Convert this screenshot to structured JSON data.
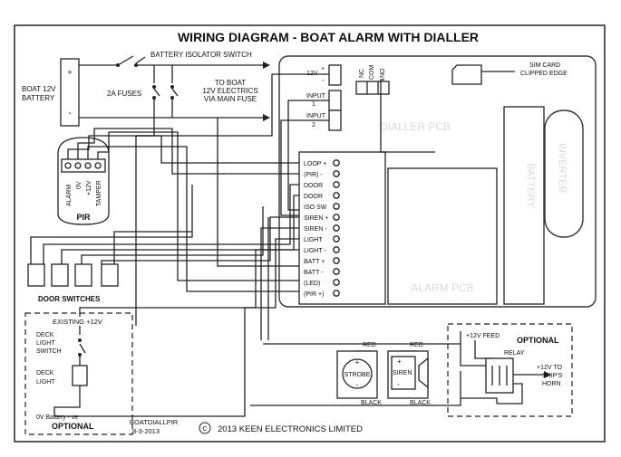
{
  "title": "WIRING DIAGRAM - BOAT ALARM WITH DIALLER",
  "battery": {
    "line1": "BOAT 12V",
    "line2": "BATTERY",
    "plus": "+",
    "minus": "-"
  },
  "isolator_label": "BATTERY ISOLATOR SWITCH",
  "fuses_label": "2A FUSES",
  "to_boat": [
    "TO BOAT",
    "12V ELECTRICS",
    "VIA MAIN FUSE"
  ],
  "pir": {
    "title": "PIR",
    "terminals": [
      "ALARM",
      "0V",
      "+12V",
      "TAMPER"
    ]
  },
  "dialler": {
    "ghost_label": "DIALLER PCB",
    "v12": "12V",
    "v12_plus": "+",
    "v12_minus": "-",
    "nc": "NC",
    "com": "COM",
    "no": "NO",
    "input1": [
      "INPUT",
      "1"
    ],
    "input2": [
      "INPUT",
      "2"
    ],
    "sim": [
      "SIM CARD",
      "CLIPPED EDGE"
    ],
    "battery": "BATTERY",
    "inverter": "INVERTER"
  },
  "alarm_ghost_label": "ALARM PCB",
  "terminals": [
    "LOOP +",
    "(PIR) -",
    "DOOR",
    "DOOR",
    "ISO SW",
    "SIREN +",
    "SIREN -",
    "LIGHT",
    "LIGHT -",
    "BATT +",
    "BATT -",
    "(LED)",
    "(PIR +)"
  ],
  "door_switches_label": "DOOR SWITCHES",
  "deck": {
    "existing": "EXISTING +12V",
    "switch": [
      "DECK",
      "LIGHT",
      "SWITCH"
    ],
    "light": [
      "DECK",
      "LIGHT"
    ],
    "battery_ve": "0V Battery - ve",
    "optional": "OPTIONAL"
  },
  "strobe": {
    "label": "STROBE",
    "red": "RED",
    "black": "BLACK",
    "plus": "+",
    "minus": "-"
  },
  "siren": {
    "label": "SIREN",
    "red": "RED",
    "black": "BLACK",
    "plus": "+",
    "minus": "-"
  },
  "relay_box": {
    "optional": "OPTIONAL",
    "feed": "+12V FEED",
    "relay": "RELAY",
    "horn": [
      "+12V TO",
      "SHIP'S",
      "HORN"
    ]
  },
  "footer": {
    "code": "BOATDIALLPIR",
    "date": "8-3-2013",
    "copyright_symbol": "C",
    "copyright": "2013 KEEN ELECTRONICS LIMITED"
  }
}
